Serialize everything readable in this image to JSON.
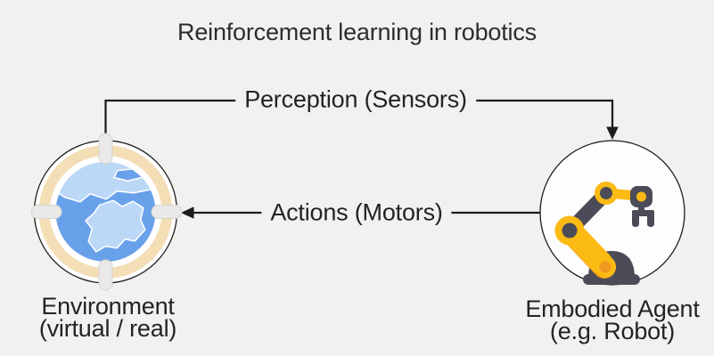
{
  "title": "Reinforcement learning in robotics",
  "diagram": {
    "edges": {
      "perception": {
        "label": "Perception (Sensors)",
        "from": "Environment",
        "to": "Embodied Agent"
      },
      "actions": {
        "label": "Actions (Motors)",
        "from": "Embodied Agent",
        "to": "Environment"
      }
    },
    "nodes": {
      "environment": {
        "label_line1": "Environment",
        "label_line2": "(virtual / real)",
        "icon": "globe-viewfinder-icon"
      },
      "agent": {
        "label_line1": "Embodied Agent",
        "label_line2": "(e.g. Robot)",
        "icon": "robot-arm-icon"
      }
    }
  },
  "colors": {
    "bg": "#f1f1f0",
    "ink": "#1c1c1c",
    "text": "#232323",
    "globe-blue": "#69a0ea",
    "globe-land": "#bcd8f7",
    "globe-ring-tan": "#f3deb6",
    "globe-ring-white": "#ffffff",
    "peg": "#eae9e7",
    "peg-border": "#d6d4d1",
    "robot-yellow": "#fcba14",
    "robot-orange": "#f0981f",
    "robot-dark": "#4c4c58",
    "node-fill": "#fdfdfd"
  }
}
